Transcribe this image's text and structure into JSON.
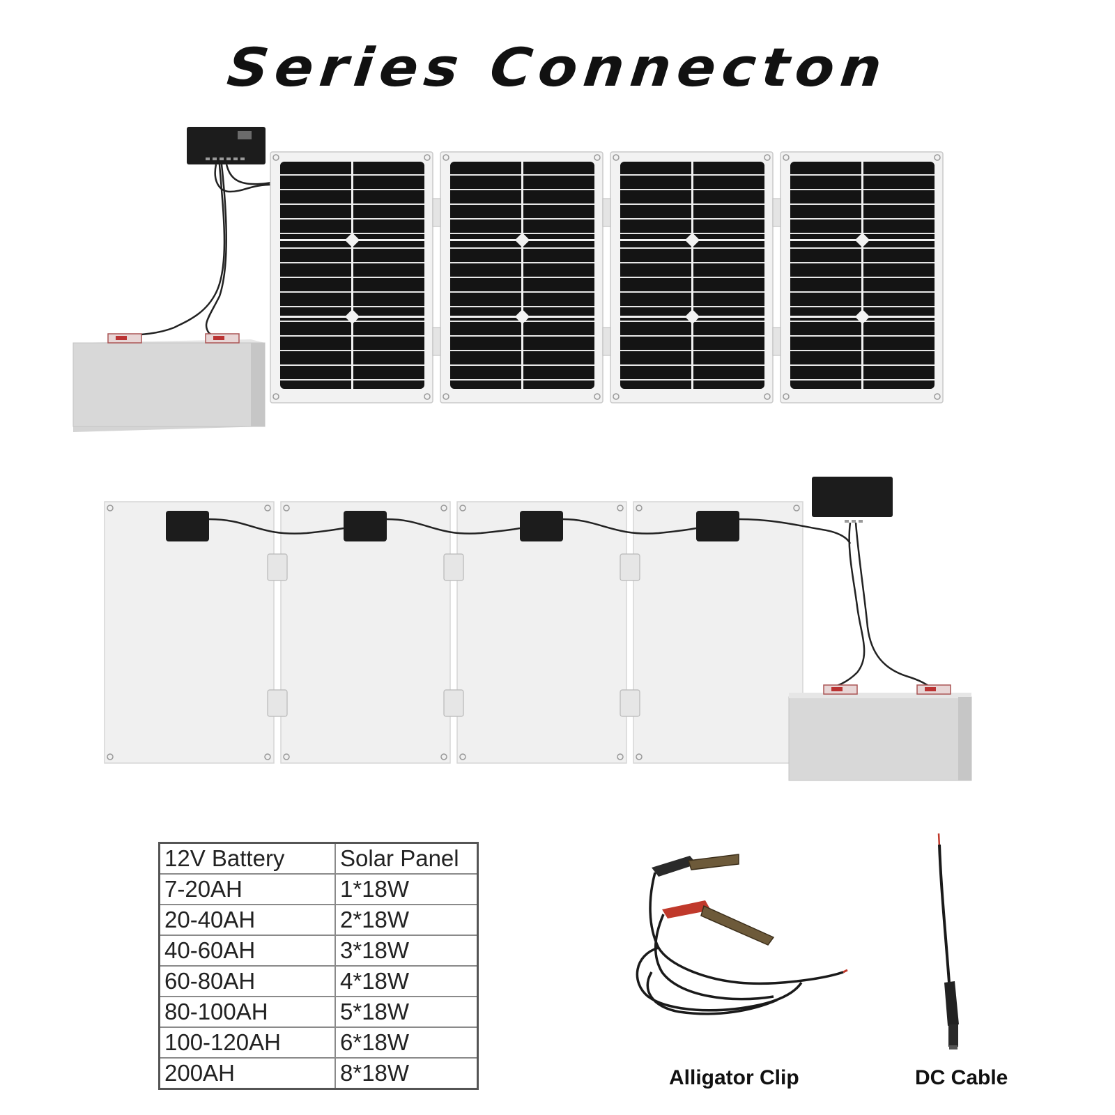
{
  "title": "Series Connecton",
  "table": {
    "headers": [
      "12V Battery",
      "Solar Panel"
    ],
    "rows": [
      [
        "7-20AH",
        "1*18W"
      ],
      [
        "20-40AH",
        "2*18W"
      ],
      [
        "40-60AH",
        "3*18W"
      ],
      [
        "60-80AH",
        "4*18W"
      ],
      [
        "80-100AH",
        "5*18W"
      ],
      [
        "100-120AH",
        "6*18W"
      ],
      [
        "200AH",
        "8*18W"
      ]
    ]
  },
  "accessories": {
    "alligator_clip": "Alligator Clip",
    "dc_cable": "DC Cable"
  },
  "colors": {
    "cell": "#141414",
    "panel_frame": "#f2f2f2",
    "battery": "#d8d8d8",
    "clip_red": "#c0392b"
  }
}
